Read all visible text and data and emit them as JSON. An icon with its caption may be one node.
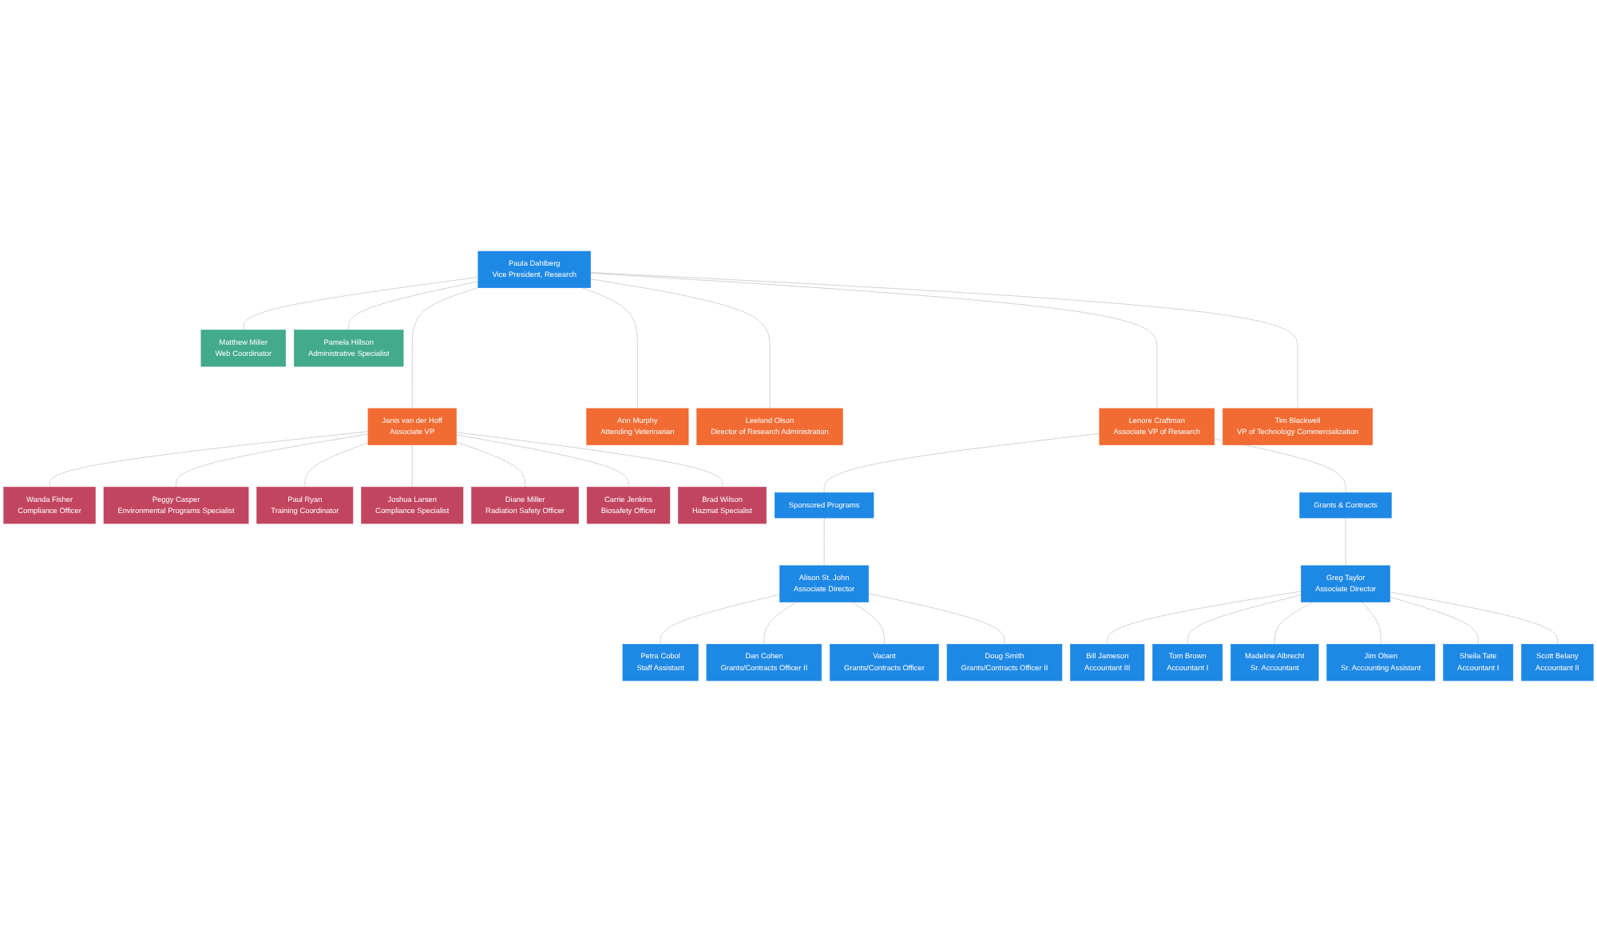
{
  "diagram": {
    "nodes": [
      {
        "text": [
          "Paula Dahlberg",
          "Vice President, Research"
        ]
      },
      {
        "text": [
          "Matthew Miller",
          "Web Coordinator"
        ]
      },
      {
        "text": [
          "Pamela Hillson",
          "Administrative Specialist"
        ]
      },
      {
        "text": [
          "Janis van der Hoff",
          "Associate VP"
        ]
      },
      {
        "text": [
          "Ann Murphy",
          "Attending Veterinarian"
        ]
      },
      {
        "text": [
          "Leeland Olson",
          "Director of Research Administration"
        ]
      },
      {
        "text": [
          "Lenore Craftman",
          "Associate VP of Research"
        ]
      },
      {
        "text": [
          "Tim Blackwell",
          "VP of Technology Commercialization"
        ]
      },
      {
        "text": [
          "Wanda Fisher",
          "Compliance Officer"
        ]
      },
      {
        "text": [
          "Peggy Casper",
          "Environmental Programs Specialist"
        ]
      },
      {
        "text": [
          "Paul Ryan",
          "Training Coordinator"
        ]
      },
      {
        "text": [
          "Joshua Larsen",
          "Compliance Specialist"
        ]
      },
      {
        "text": [
          "Diane Miller",
          "Radiation Safety Officer"
        ]
      },
      {
        "text": [
          "Carrie Jenkins",
          "Biosafety Officer"
        ]
      },
      {
        "text": [
          "Brad Wilson",
          "Hazmat Specialist"
        ]
      },
      {
        "text": [
          "Sponsored Programs"
        ]
      },
      {
        "text": [
          "Grants & Contracts"
        ]
      },
      {
        "text": [
          "Alison St. John",
          "Associate Director"
        ]
      },
      {
        "text": [
          "Greg Taylor",
          "Associate Director"
        ]
      },
      {
        "text": [
          "Petra Cobol",
          "Staff Assistant"
        ]
      },
      {
        "text": [
          "Dan Cohen",
          "Grants/Contracts Officer II"
        ]
      },
      {
        "text": [
          "Vacant",
          "Grants/Contracts Officer"
        ]
      },
      {
        "text": [
          "Doug Smith",
          "Grants/Contracts Officer II"
        ]
      },
      {
        "text": [
          "Bill Jameson",
          "Accountant III"
        ]
      },
      {
        "text": [
          "Tom Brown",
          "Accountant I"
        ]
      },
      {
        "text": [
          "Madeline Albrecht",
          "Sr. Accountant"
        ]
      },
      {
        "text": [
          "Jim Olsen",
          "Sr. Accounting Assistant"
        ]
      },
      {
        "text": [
          "Sheila Tate",
          "Accountant I"
        ]
      },
      {
        "text": [
          "Scott Belany",
          "Accountant II"
        ]
      }
    ],
    "edges": [
      {
        "from": 0,
        "to": 1,
        "arrow": "none"
      },
      {
        "from": 0,
        "to": 2,
        "arrow": "none"
      },
      {
        "from": 0,
        "to": 3,
        "arrow": "none"
      },
      {
        "from": 0,
        "to": 4,
        "arrow": "none"
      },
      {
        "from": 0,
        "to": 5,
        "arrow": "none"
      },
      {
        "from": 0,
        "to": 6,
        "arrow": "none"
      },
      {
        "from": 0,
        "to": 7,
        "arrow": "none"
      },
      {
        "from": 3,
        "to": 8,
        "arrow": "none"
      },
      {
        "from": 3,
        "to": 9,
        "arrow": "none"
      },
      {
        "from": 3,
        "to": 10,
        "arrow": "none"
      },
      {
        "from": 3,
        "to": 11,
        "arrow": "none"
      },
      {
        "from": 3,
        "to": 12,
        "arrow": "none"
      },
      {
        "from": 3,
        "to": 13,
        "arrow": "none"
      },
      {
        "from": 3,
        "to": 14,
        "arrow": "none"
      },
      {
        "from": 6,
        "to": 15,
        "arrow": "none"
      },
      {
        "from": 6,
        "to": 16,
        "arrow": "none"
      },
      {
        "from": 15,
        "to": 17,
        "arrow": "none"
      },
      {
        "from": 16,
        "to": 18,
        "arrow": "none"
      },
      {
        "from": 17,
        "to": 19,
        "arrow": "none"
      },
      {
        "from": 17,
        "to": 20,
        "arrow": "none"
      },
      {
        "from": 17,
        "to": 21,
        "arrow": "none"
      },
      {
        "from": 17,
        "to": 22,
        "arrow": "none"
      },
      {
        "from": 18,
        "to": 23,
        "arrow": "none"
      },
      {
        "from": 18,
        "to": 24,
        "arrow": "none"
      },
      {
        "from": 18,
        "to": 25,
        "arrow": "none"
      },
      {
        "from": 18,
        "to": 26,
        "arrow": "none"
      },
      {
        "from": 18,
        "to": 27,
        "arrow": "none"
      },
      {
        "from": 18,
        "to": 28,
        "arrow": "none"
      }
    ]
  }
}
